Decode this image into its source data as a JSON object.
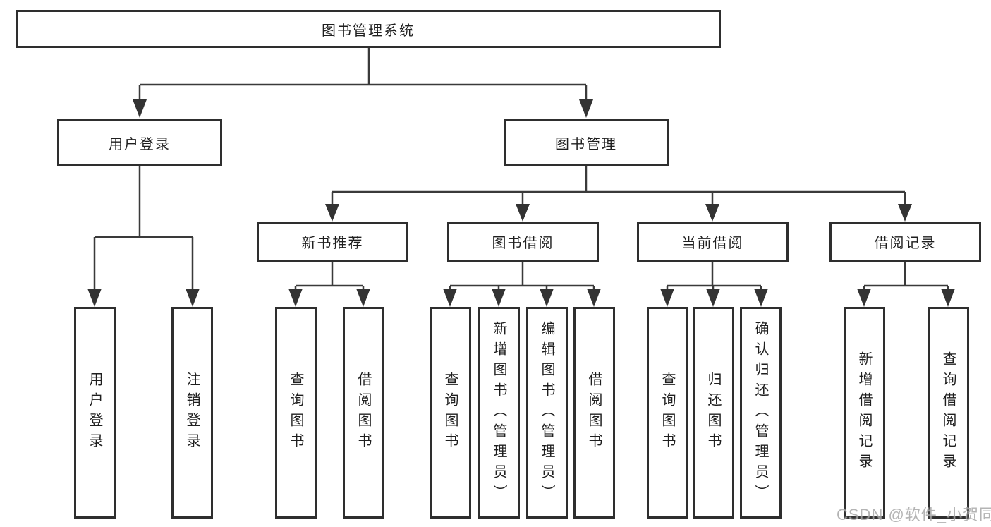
{
  "colors": {
    "line": "#3a3a3a",
    "box_border": "#2e2e2e",
    "text": "#1f1f1f",
    "watermark": "#a8a8a8",
    "background": "#ffffff"
  },
  "watermark": "CSDN @软件_小贺同学",
  "tree": {
    "root": "图书管理系统",
    "branches": [
      {
        "label": "用户登录",
        "children": [
          "用户登录",
          "注销登录"
        ]
      },
      {
        "label": "图书管理",
        "groups": [
          {
            "label": "新书推荐",
            "children": [
              "查询图书",
              "借阅图书"
            ]
          },
          {
            "label": "图书借阅",
            "children": [
              "查询图书",
              "新增图书（管理员）",
              "编辑图书（管理员）",
              "借阅图书"
            ]
          },
          {
            "label": "当前借阅",
            "children": [
              "查询图书",
              "归还图书",
              "确认归还（管理员）"
            ]
          },
          {
            "label": "借阅记录",
            "children": [
              "新增借阅记录",
              "查询借阅记录"
            ]
          }
        ]
      }
    ]
  }
}
